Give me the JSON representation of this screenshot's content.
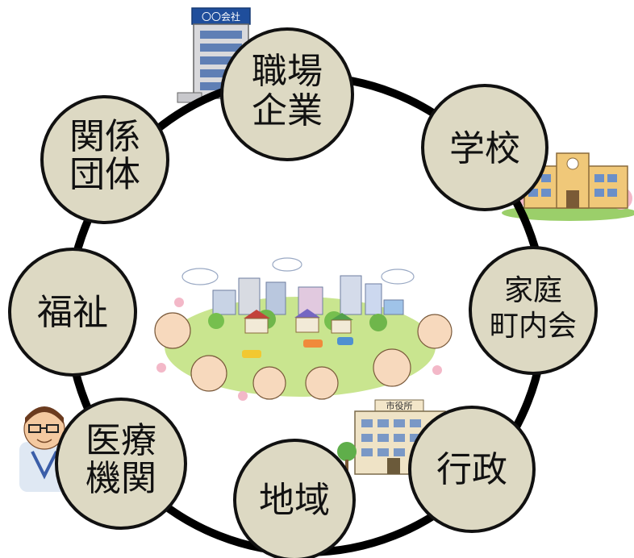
{
  "colors": {
    "ring": "#000000",
    "node_fill": "#ddd9c3",
    "node_stroke": "#111111",
    "label": "#111111"
  },
  "nodes": [
    {
      "id": "workplace",
      "lines": [
        "職場",
        "企業"
      ]
    },
    {
      "id": "school",
      "lines": [
        "学校"
      ]
    },
    {
      "id": "home",
      "lines": [
        "家庭",
        "町内会"
      ]
    },
    {
      "id": "government",
      "lines": [
        "行政"
      ]
    },
    {
      "id": "community",
      "lines": [
        "地域"
      ]
    },
    {
      "id": "medical",
      "lines": [
        "医療",
        "機関"
      ]
    },
    {
      "id": "welfare",
      "lines": [
        "福祉"
      ]
    },
    {
      "id": "groups",
      "lines": [
        "関係",
        "団体"
      ]
    }
  ],
  "illustrations": {
    "company_sign": "〇〇会社",
    "office_sign": "市役所",
    "company_building": "office-building-icon",
    "school_building": "school-building-icon",
    "city_scene": "town-with-people-icon",
    "city_hall": "city-hall-icon",
    "doctor": "doctor-icon"
  }
}
